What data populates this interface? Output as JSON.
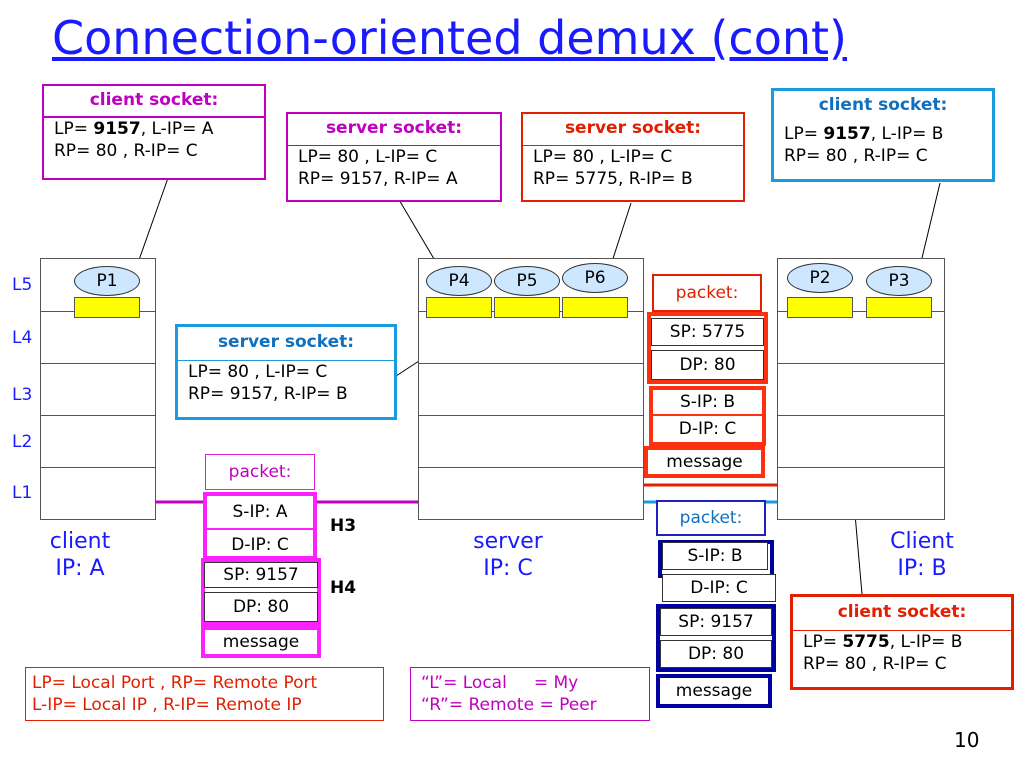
{
  "title": "Connection-oriented demux (cont)",
  "sockets": {
    "client_a": {
      "header": "client socket:",
      "lp_label": "LP= ",
      "lp_value": "9157",
      "lp_rest": ", L-IP= A",
      "line2": "RP= 80   , R-IP= C"
    },
    "server_p4": {
      "header": "server socket:",
      "line1": "LP= 80   , L-IP= C",
      "line2": "RP= 9157, R-IP= A"
    },
    "server_p6": {
      "header": "server socket:",
      "line1": "LP= 80   , L-IP= C",
      "line2": "RP= 5775, R-IP= B"
    },
    "client_b_p3": {
      "header": "client socket:",
      "lp_label": "LP= ",
      "lp_value": "9157",
      "lp_rest": ", L-IP= B",
      "line2": "RP= 80   , R-IP= C"
    },
    "server_p5": {
      "header": "server socket:",
      "line1": "LP=  80  ,  L-IP= C",
      "line2": "RP= 9157, R-IP= B"
    },
    "client_b_p2": {
      "header": "client socket:",
      "lp_label": "LP= ",
      "lp_value": "5775",
      "lp_rest": ", L-IP= B",
      "line2": "RP= 80   , R-IP= C"
    }
  },
  "layers": [
    "L5",
    "L4",
    "L3",
    "L2",
    "L1"
  ],
  "processes": [
    "P1",
    "P4",
    "P5",
    "P6",
    "P2",
    "P3"
  ],
  "hosts": {
    "client_a": {
      "line1": "client",
      "line2": "IP: A"
    },
    "server": {
      "line1": "server",
      "line2": "IP: C"
    },
    "client_b": {
      "line1": "Client",
      "line2": "IP: B"
    }
  },
  "packets": {
    "a": {
      "label": "packet:",
      "sip": "S-IP: A",
      "dip": "D-IP: C",
      "sp": "SP: 9157",
      "dp": "DP: 80",
      "msg": "message",
      "h3": "H3",
      "h4": "H4"
    },
    "p2": {
      "label": "packet:",
      "sp": "SP: 5775",
      "dp": "DP: 80",
      "sip": "S-IP: B",
      "dip": "D-IP: C",
      "msg": "message"
    },
    "p3": {
      "label": "packet:",
      "sip": "S-IP: B",
      "dip": "D-IP: C",
      "sp": "SP: 9157",
      "dp": "DP: 80",
      "msg": "message"
    }
  },
  "legend": {
    "left_line1": "LP= Local Port , RP= Remote Port",
    "left_line2": "L-IP= Local IP , R-IP= Remote IP",
    "right_line1": "“L”= Local     = My",
    "right_line2": "“R”= Remote = Peer"
  },
  "page_number": "10",
  "colors": {
    "title": "#1a1aff",
    "purple": "#c000c0",
    "red": "#e02000",
    "blue": "#1a9be0",
    "navy": "#0000a0",
    "socket_yellow": "#ffff00",
    "process_fill": "#cde7ff"
  }
}
